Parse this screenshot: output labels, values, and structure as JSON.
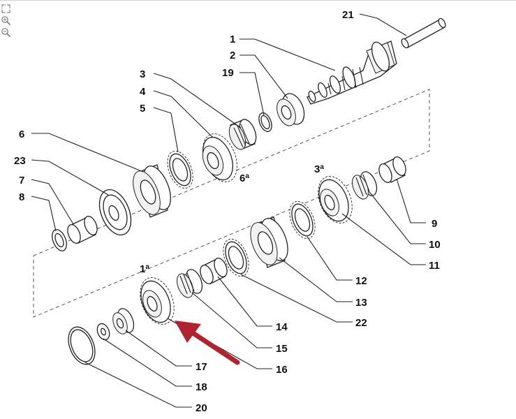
{
  "toolbar": {
    "icons": [
      "fit-icon",
      "zoom-in-icon",
      "zoom-out-icon"
    ]
  },
  "callouts": [
    {
      "id": "1",
      "text": "1"
    },
    {
      "id": "1a",
      "text": "1",
      "sup": "a"
    },
    {
      "id": "2",
      "text": "2"
    },
    {
      "id": "3",
      "text": "3"
    },
    {
      "id": "3a",
      "text": "3",
      "sup": "a"
    },
    {
      "id": "4",
      "text": "4"
    },
    {
      "id": "5",
      "text": "5"
    },
    {
      "id": "6",
      "text": "6"
    },
    {
      "id": "6a",
      "text": "6",
      "sup": "a"
    },
    {
      "id": "7",
      "text": "7"
    },
    {
      "id": "8",
      "text": "8"
    },
    {
      "id": "9",
      "text": "9"
    },
    {
      "id": "10",
      "text": "10"
    },
    {
      "id": "11",
      "text": "11"
    },
    {
      "id": "12",
      "text": "12"
    },
    {
      "id": "13",
      "text": "13"
    },
    {
      "id": "14",
      "text": "14"
    },
    {
      "id": "15",
      "text": "15"
    },
    {
      "id": "16",
      "text": "16"
    },
    {
      "id": "17",
      "text": "17"
    },
    {
      "id": "18",
      "text": "18"
    },
    {
      "id": "19",
      "text": "19"
    },
    {
      "id": "20",
      "text": "20"
    },
    {
      "id": "21",
      "text": "21"
    },
    {
      "id": "22",
      "text": "22"
    },
    {
      "id": "23",
      "text": "23"
    }
  ],
  "colors": {
    "arrow": "#b0222e",
    "ink": "#222222",
    "background": "#ffffff"
  }
}
